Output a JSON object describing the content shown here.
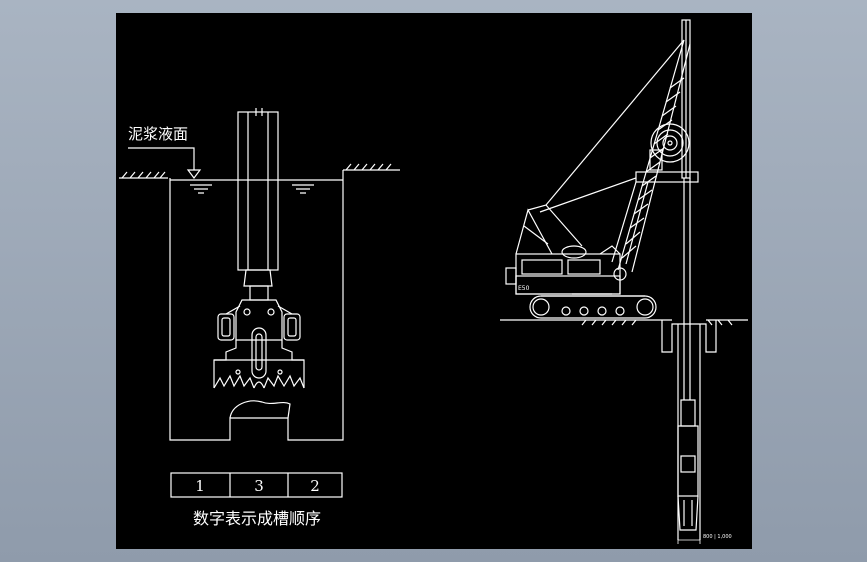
{
  "viewport": {
    "background": "#a3aebd",
    "canvas_background": "#000000",
    "stroke_color": "#ffffff"
  },
  "left_panel": {
    "slurry_label": "泥浆液面",
    "sequence_cells": [
      "1",
      "3",
      "2"
    ],
    "sequence_caption": "数字表示成槽顺序"
  },
  "right_panel": {
    "machine_badge": "E50",
    "dimension_text": "800 | 1,000"
  }
}
